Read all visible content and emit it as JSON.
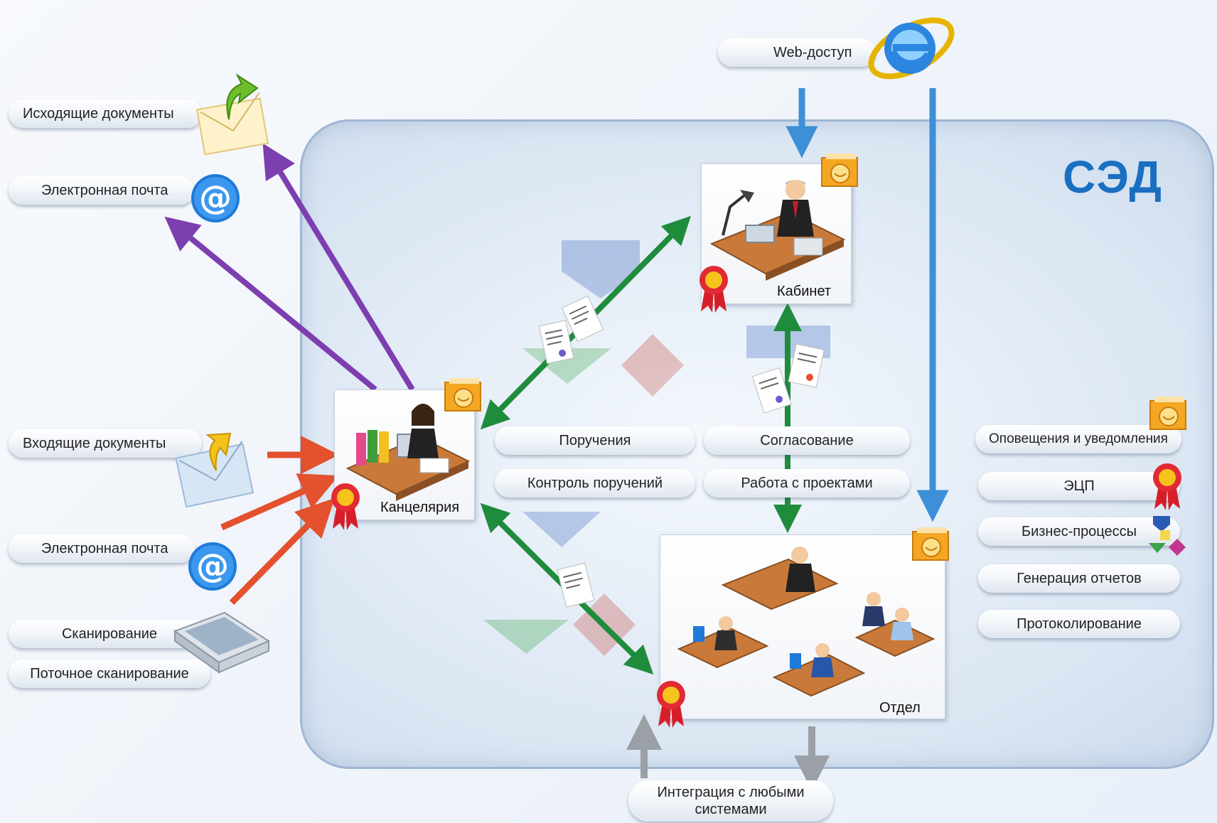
{
  "title": "СЭД",
  "web_access": {
    "label": "Web-доступ",
    "icon": "browser-e-icon"
  },
  "outgoing": {
    "documents": "Исходящие документы",
    "email": "Электронная почта"
  },
  "incoming": {
    "documents": "Входящие документы",
    "email": "Электронная почта",
    "scan": "Сканирование",
    "stream_scan": "Поточное сканирование"
  },
  "nodes": {
    "office": "Канцелярия",
    "cabinet": "Кабинет",
    "department": "Отдел"
  },
  "center_tasks": [
    "Поручения",
    "Контроль поручений",
    "Согласование",
    "Работа с проектами"
  ],
  "features": [
    "Оповещения и уведомления",
    "ЭЦП",
    "Бизнес-процессы",
    "Генерация отчетов",
    "Протоколирование"
  ],
  "integration": "Интеграция с любыми системами",
  "colors": {
    "outgoing_arrow": "#7d3fb0",
    "incoming_arrow": "#e4512e",
    "internal_arrow": "#1f8c3c",
    "web_arrow": "#3d8fd8",
    "integration_arrow": "#9aa0a6",
    "title": "#1b6fc1"
  }
}
